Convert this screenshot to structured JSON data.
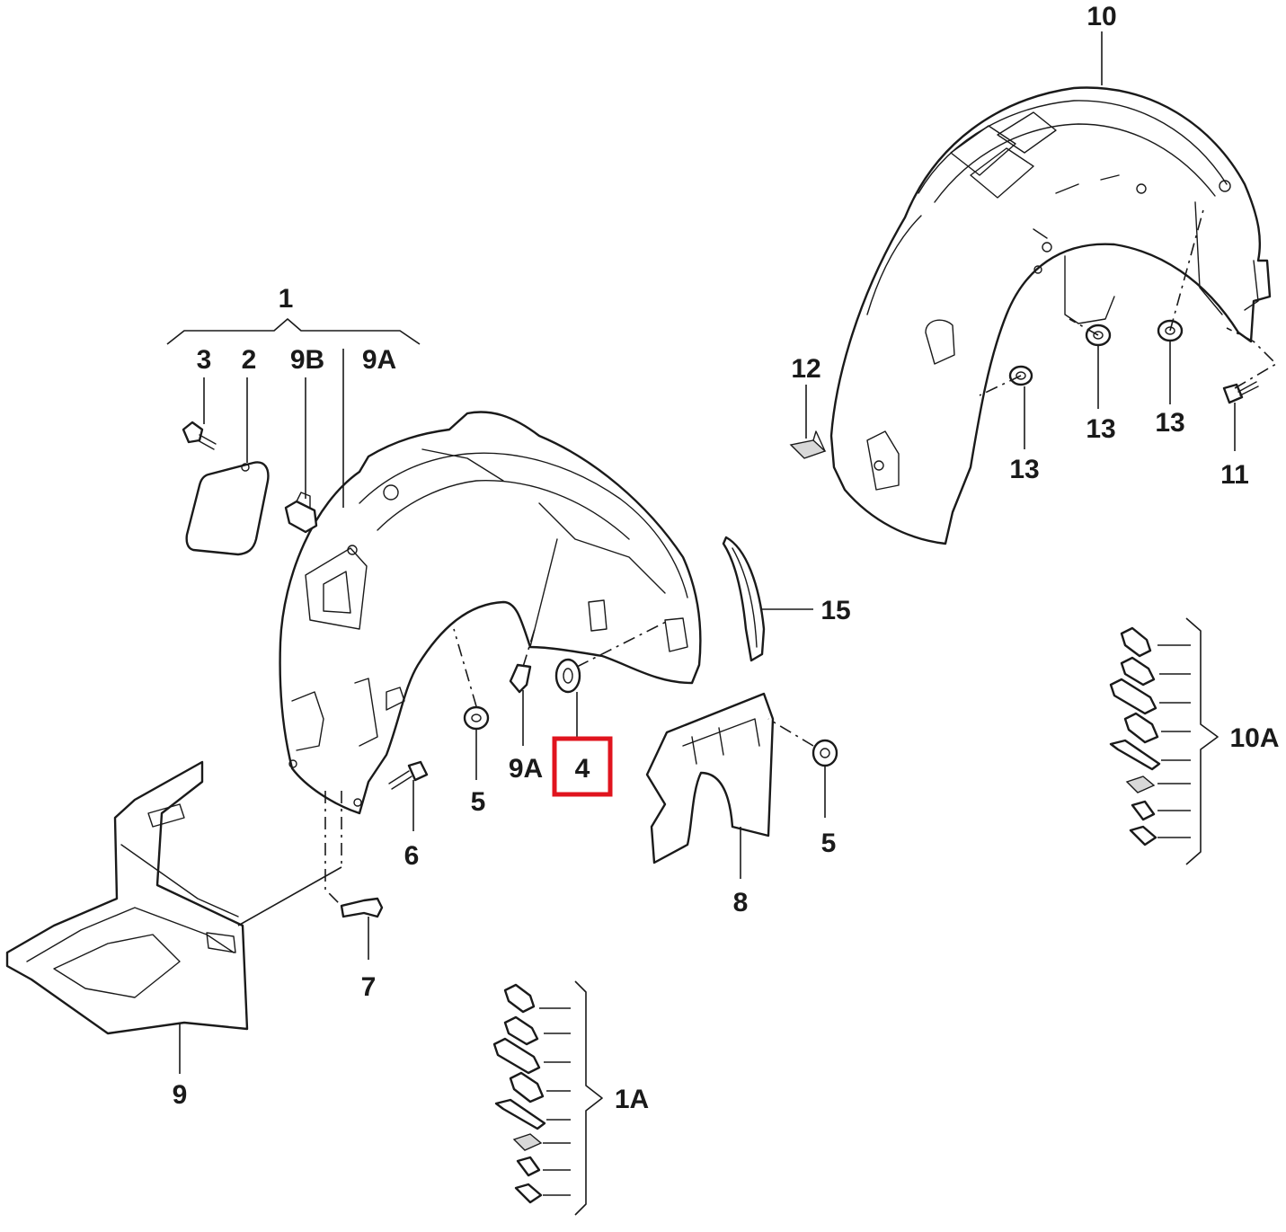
{
  "colors": {
    "line": "#1a1a1a",
    "highlight": "#e0141e",
    "background": "#ffffff"
  },
  "highlighted_callout": "4",
  "callouts": {
    "c1": "1",
    "c3": "3",
    "c2": "2",
    "c9b": "9B",
    "c9a_top": "9A",
    "c10": "10",
    "c12": "12",
    "c13_left": "13",
    "c13_mid": "13",
    "c13_right": "13",
    "c11": "11",
    "c15": "15",
    "c10a": "10A",
    "c5_left": "5",
    "c9a_mid": "9A",
    "c4": "4",
    "c5_right": "5",
    "c6": "6",
    "c8": "8",
    "c7": "7",
    "c9": "9",
    "c1a": "1A"
  }
}
